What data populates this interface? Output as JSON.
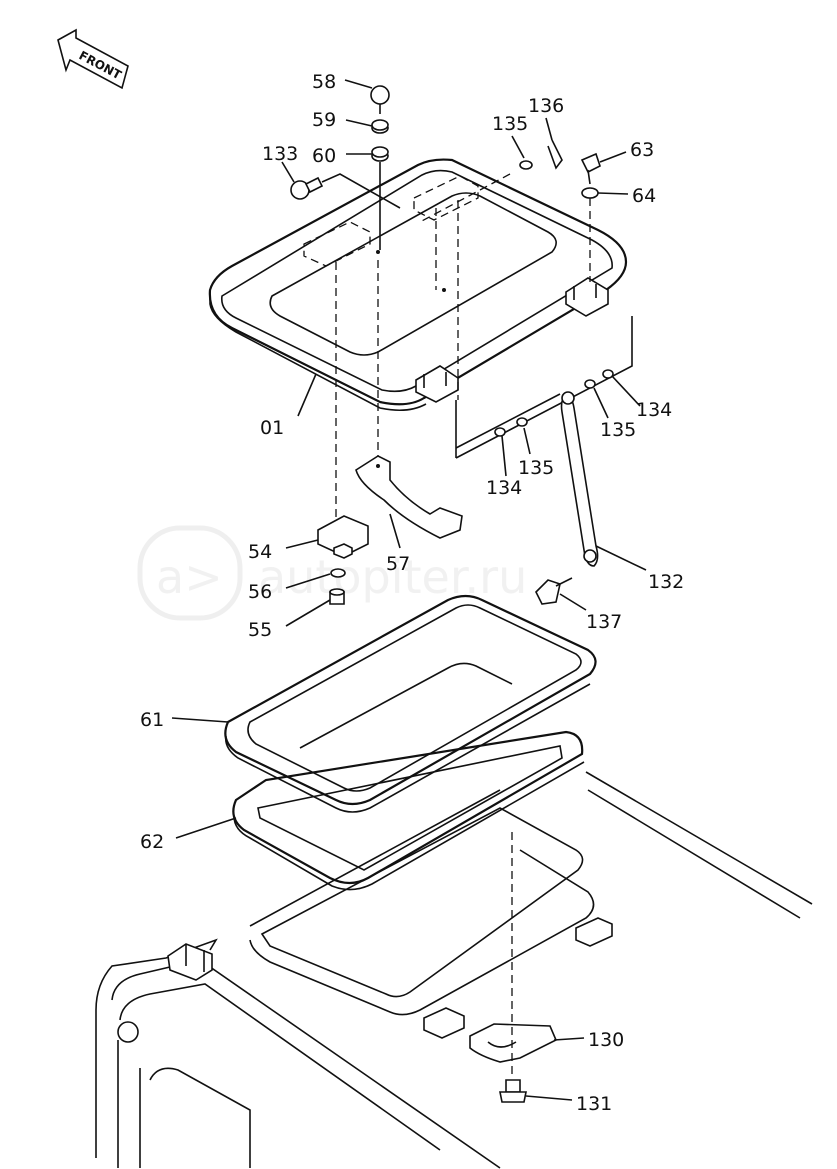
{
  "front_arrow": "FRONT",
  "watermark": "autopiter.ru",
  "callouts": [
    {
      "id": "c58",
      "text": "58"
    },
    {
      "id": "c59",
      "text": "59"
    },
    {
      "id": "c60",
      "text": "60"
    },
    {
      "id": "c133",
      "text": "133"
    },
    {
      "id": "c135a",
      "text": "135"
    },
    {
      "id": "c136",
      "text": "136"
    },
    {
      "id": "c63",
      "text": "63"
    },
    {
      "id": "c64",
      "text": "64"
    },
    {
      "id": "c01",
      "text": "01"
    },
    {
      "id": "c134a",
      "text": "134"
    },
    {
      "id": "c135b",
      "text": "135"
    },
    {
      "id": "c135c",
      "text": "135"
    },
    {
      "id": "c134b",
      "text": "134"
    },
    {
      "id": "c54",
      "text": "54"
    },
    {
      "id": "c56",
      "text": "56"
    },
    {
      "id": "c55",
      "text": "55"
    },
    {
      "id": "c57",
      "text": "57"
    },
    {
      "id": "c132",
      "text": "132"
    },
    {
      "id": "c137",
      "text": "137"
    },
    {
      "id": "c61",
      "text": "61"
    },
    {
      "id": "c62",
      "text": "62"
    },
    {
      "id": "c130",
      "text": "130"
    },
    {
      "id": "c131",
      "text": "131"
    }
  ]
}
